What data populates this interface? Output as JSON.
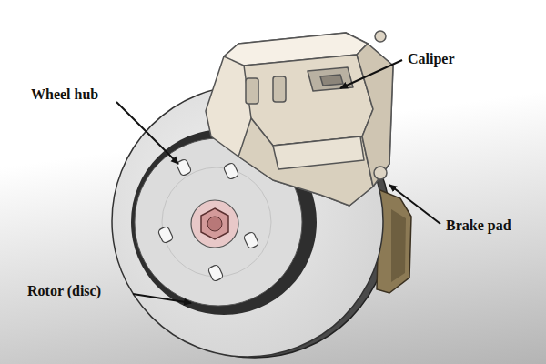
{
  "diagram": {
    "labels": [
      "Caliper",
      "Wheel hub",
      "Brake pad",
      "Rotor (disc)"
    ]
  }
}
